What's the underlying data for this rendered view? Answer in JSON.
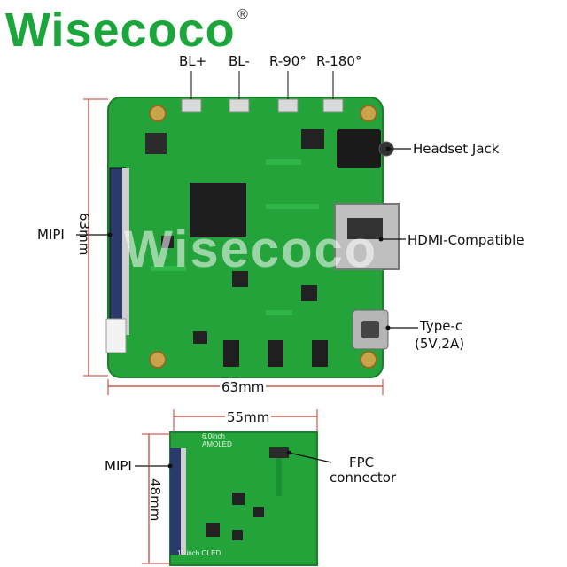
{
  "brand": {
    "logo_text": "Wisecoco",
    "registered": "®",
    "watermark": "Wisecoco"
  },
  "colors": {
    "brand_green": "#1aa63a",
    "pcb_green": "#23a33a",
    "pcb_dark": "#1b7f2c",
    "chip": "#1e1e1e"
  },
  "main_board": {
    "buttons": [
      "BL+",
      "BL-",
      "R-90°",
      "R-180°"
    ],
    "labels": {
      "mipi": "MIPI",
      "headset": "Headset Jack",
      "hdmi": "HDMI-Compatible",
      "typec_line1": "Type-c",
      "typec_line2": "(5V,2A)"
    },
    "dims": {
      "height": "63mm",
      "width": "63mm"
    }
  },
  "adapter_board": {
    "labels": {
      "mipi": "MIPI",
      "fpc_line1": "FPC",
      "fpc_line2": "connector"
    },
    "silk": {
      "top1": "6.0inch",
      "top2": "AMOLED",
      "bottom": "11 inch OLED"
    },
    "dims": {
      "width": "55mm",
      "height": "48mm"
    }
  }
}
